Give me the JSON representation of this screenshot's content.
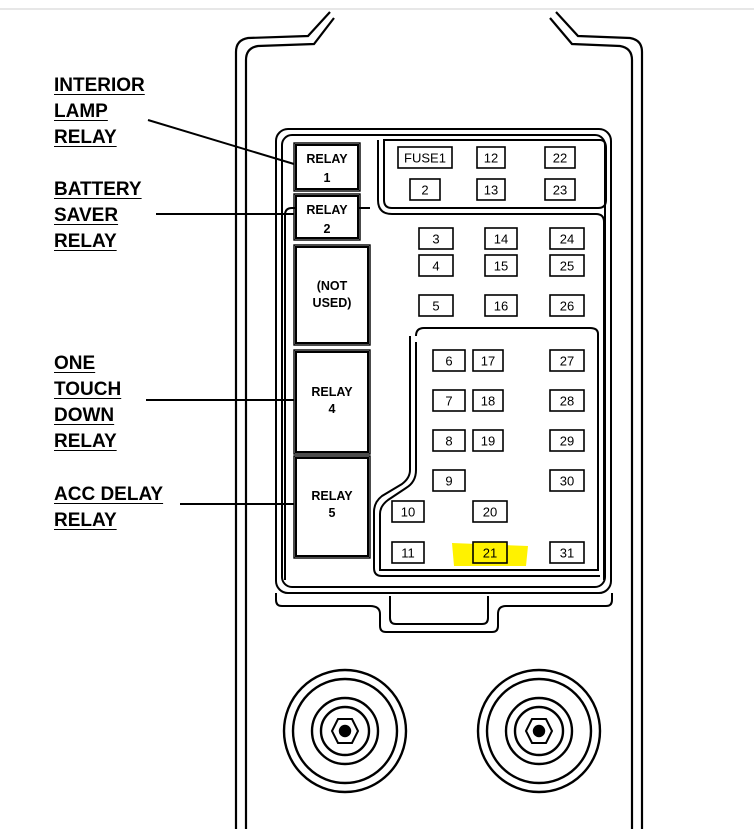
{
  "callouts": {
    "interior_lamp": [
      "INTERIOR",
      "LAMP",
      "RELAY"
    ],
    "battery_saver": [
      "BATTERY",
      "SAVER",
      "RELAY"
    ],
    "one_touch_down": [
      "ONE",
      "TOUCH",
      "DOWN",
      "RELAY"
    ],
    "acc_delay": [
      "ACC DELAY",
      "RELAY"
    ]
  },
  "relays": {
    "relay1": [
      "RELAY",
      "1"
    ],
    "relay2": [
      "RELAY",
      "2"
    ],
    "not_used": [
      "(NOT",
      "USED)"
    ],
    "relay4": [
      "RELAY",
      "4"
    ],
    "relay5": [
      "RELAY",
      "5"
    ]
  },
  "fuses": [
    "FUSE1",
    "2",
    "3",
    "4",
    "5",
    "6",
    "7",
    "8",
    "9",
    "10",
    "11",
    "12",
    "13",
    "14",
    "15",
    "16",
    "17",
    "18",
    "19",
    "20",
    "21",
    "22",
    "23",
    "24",
    "25",
    "26",
    "27",
    "28",
    "29",
    "30",
    "31"
  ],
  "highlighted_fuse": "21",
  "colors": {
    "highlight": "#fff200",
    "line": "#000000",
    "background": "#ffffff"
  }
}
